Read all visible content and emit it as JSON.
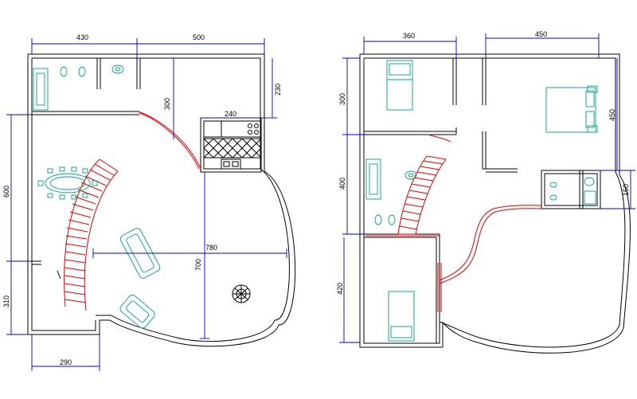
{
  "plan_left": {
    "dims": {
      "top_left": "430",
      "top_right": "500",
      "bath_height": "300",
      "right_230": "230",
      "kitchen_width": "240",
      "left_600": "600",
      "left_310": "310",
      "bottom_290": "290",
      "inner_780": "780",
      "inner_700": "700"
    }
  },
  "plan_right": {
    "dims": {
      "top_left": "360",
      "top_right": "450",
      "left_300": "300",
      "left_400": "400",
      "left_420": "420",
      "right_450": "450",
      "right_150": "150"
    }
  },
  "colors": {
    "wall": "#000000",
    "dimension": "#0000cc",
    "furniture": "#00a080",
    "stair_door": "#e00000"
  }
}
